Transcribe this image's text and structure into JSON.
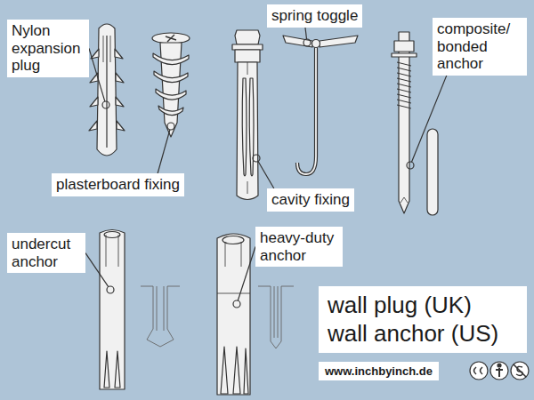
{
  "diagram": {
    "title": "wall plug (UK) wall anchor (US)",
    "nodes": [
      {
        "text": [
          "Nylon expansion plug"
        ]
      },
      {
        "text": [
          "spring toggle"
        ]
      },
      {
        "text": [
          "composite/ bonded anchor"
        ]
      },
      {
        "text": [
          "plasterboard fixing"
        ]
      },
      {
        "text": [
          "cavity fixing"
        ]
      },
      {
        "text": [
          "undercut anchor"
        ]
      },
      {
        "text": [
          "heavy-duty anchor"
        ]
      }
    ],
    "labels": [
      "www.inchbyinch.de"
    ]
  }
}
